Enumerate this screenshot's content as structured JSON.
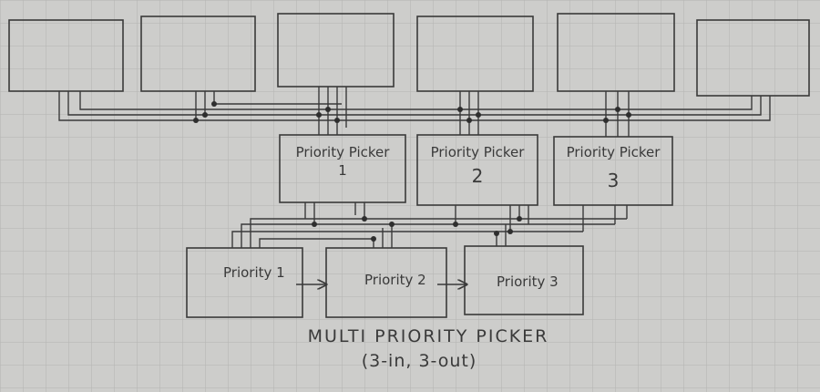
{
  "diagram": {
    "pickers": [
      {
        "label": "Priority Picker",
        "number": "1"
      },
      {
        "label": "Priority Picker",
        "number": "2"
      },
      {
        "label": "Priority Picker",
        "number": "3"
      }
    ],
    "outputs": [
      "Priority 1",
      "Priority 2",
      "Priority 3"
    ],
    "title": "MULTI PRIORITY PICKER",
    "subtitle": "(3-in, 3-out)"
  }
}
